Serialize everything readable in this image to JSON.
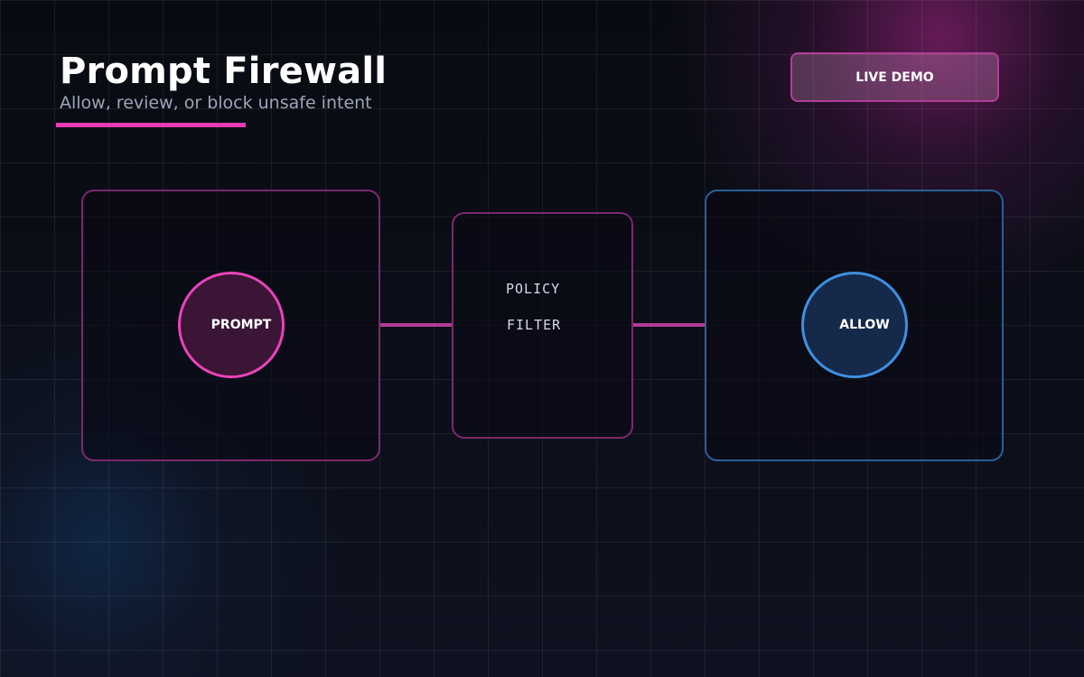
{
  "header": {
    "title": "Prompt Firewall",
    "subtitle": "Allow, review, or block unsafe intent"
  },
  "actions": {
    "live_demo_label": "LIVE DEMO"
  },
  "pipeline": {
    "input_node": {
      "label": "PROMPT"
    },
    "filter": {
      "line1": "POLICY",
      "line2": "FILTER"
    },
    "output_node": {
      "label": "ALLOW"
    }
  },
  "colors": {
    "accent_pink": "#e83bb5",
    "accent_blue": "#3f8fe0",
    "background": "#0a0c14"
  }
}
